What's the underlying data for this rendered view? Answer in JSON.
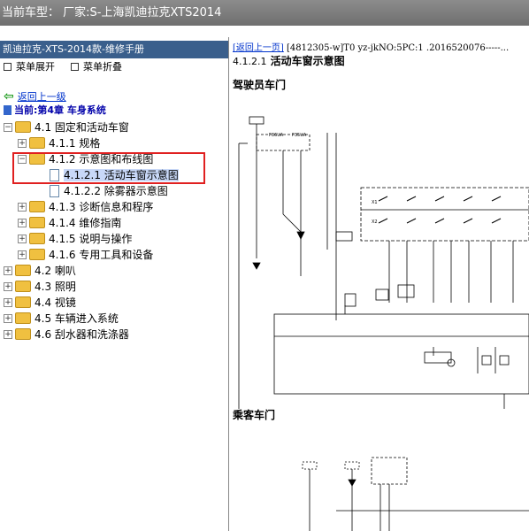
{
  "titlebar": {
    "text": "当前车型：  厂家:S-上海凯迪拉克XTS2014"
  },
  "sidebar": {
    "header": "凯迪拉克-XTS-2014款-维修手册",
    "expand_label": "菜单展开",
    "collapse_label": "菜单折叠",
    "back_label": "返回上一级",
    "current_chapter": "当前:第4章 车身系统",
    "tree": [
      {
        "label": "4.1 固定和活动车窗",
        "toggle": "−"
      },
      {
        "label": "4.1.1 规格",
        "toggle": "+"
      },
      {
        "label": "4.1.2 示意图和布线图",
        "toggle": "−"
      },
      {
        "label": "4.1.2.1 活动车窗示意图"
      },
      {
        "label": "4.1.2.2 除雾器示意图"
      },
      {
        "label": "4.1.3 诊断信息和程序",
        "toggle": "+"
      },
      {
        "label": "4.1.4 维修指南",
        "toggle": "+"
      },
      {
        "label": "4.1.5 说明与操作",
        "toggle": "+"
      },
      {
        "label": "4.1.6 专用工具和设备",
        "toggle": "+"
      },
      {
        "label": "4.2 喇叭",
        "toggle": "+"
      },
      {
        "label": "4.3 照明",
        "toggle": "+"
      },
      {
        "label": "4.4 视镜",
        "toggle": "+"
      },
      {
        "label": "4.5 车辆进入系统",
        "toggle": "+"
      },
      {
        "label": "4.6 刮水器和洗涤器",
        "toggle": "+"
      }
    ]
  },
  "content": {
    "breadcrumb_link": "[返回上一页]",
    "breadcrumb_rest": "[4812305-w]T0 yz-jkNO:5PC:1 .2016520076-----...",
    "section_number": "4.1.2.1",
    "section_title": "活动车窗示意图",
    "driver_door": "驾驶员车门",
    "passenger_door": "乘客车门"
  }
}
